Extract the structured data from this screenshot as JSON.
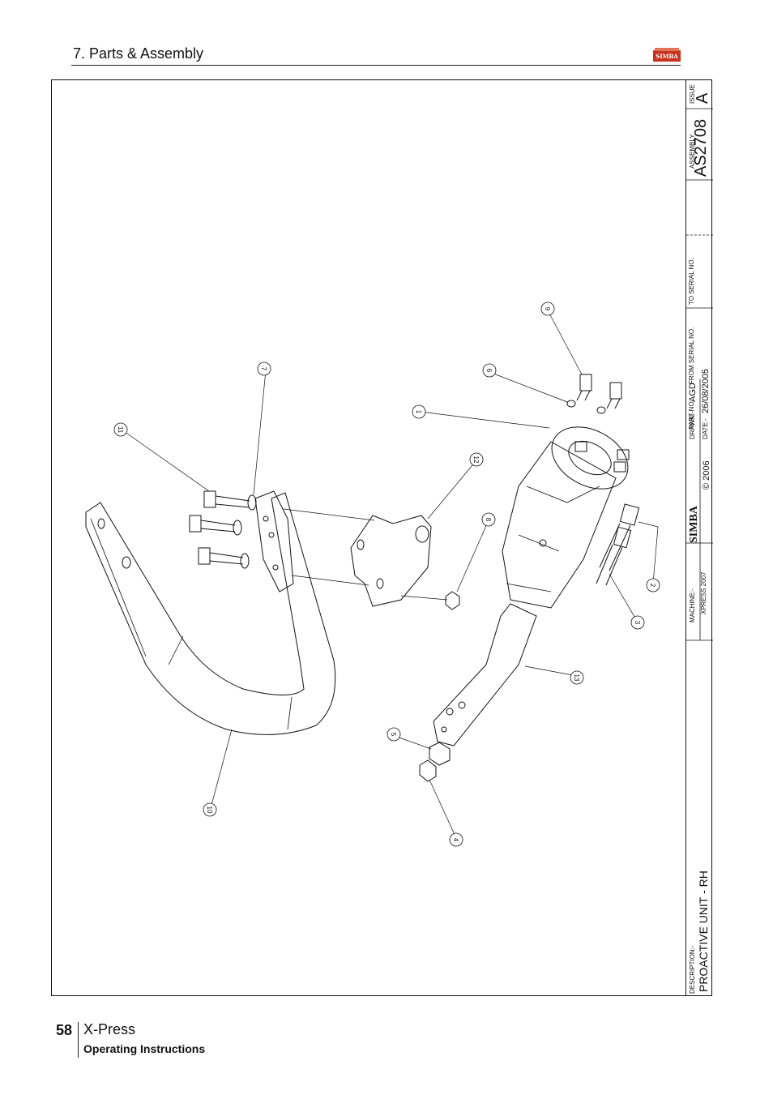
{
  "header": {
    "section_title": "7. Parts & Assembly",
    "brand_logo_text": "SIMBA"
  },
  "title_block": {
    "issue_label": "ISSUE",
    "issue_value": "A",
    "assembly_label": "ASSEMBLY",
    "assembly_number": "AS2708",
    "to_serial_label": "TO SERIAL NO.",
    "from_serial_label": "FROM SERIAL NO.",
    "part_no_label": "PART NO.",
    "drawn_label": "DRAWN:-",
    "drawn_value": "AGD",
    "date_label": "DATE:-",
    "date_value": "26/08/2005",
    "copyright": "© 2006",
    "logo_text": "SIMBA",
    "machine_label": "MACHINE:-",
    "machine_value": "XPRESS 2007",
    "description_label": "DESCRIPTION:-",
    "description_value": "PROACTIVE UNIT - RH"
  },
  "callouts": [
    "1",
    "2",
    "3",
    "4",
    "5",
    "6",
    "7",
    "8",
    "9",
    "10",
    "11",
    "12",
    "13"
  ],
  "footer": {
    "page_number": "58",
    "product_name": "X-Press",
    "doc_subtitle": "Operating Instructions"
  }
}
